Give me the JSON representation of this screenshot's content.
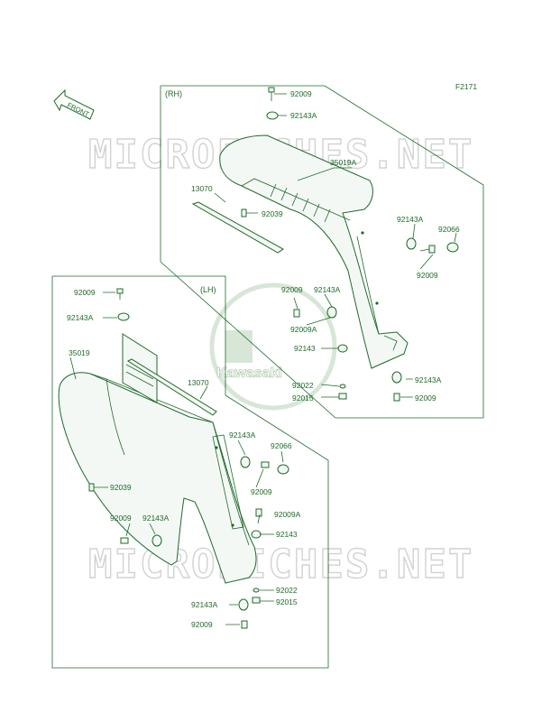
{
  "figure_code": "F2171",
  "front_tag": "FRONT",
  "panels": {
    "right": "(RH)",
    "left": "(LH)"
  },
  "watermark": {
    "text": "MICROFICHES.NET",
    "brand": "Kawasaki"
  },
  "colors": {
    "line": "#1e6b2a",
    "watermark": "#d2d2d2",
    "background": "#ffffff"
  },
  "callouts": {
    "rh_92009_top": "92009",
    "rh_92143A_top": "92143A",
    "rh_35019A": "35019A",
    "rh_13070": "13070",
    "rh_92039": "92039",
    "rh_92143A_right": "92143A",
    "rh_92066": "92066",
    "rh_92009_right": "92009",
    "rh_92009_mid": "92009",
    "rh_92143A_mid": "92143A",
    "rh_92009A": "92009A",
    "rh_92143": "92143",
    "rh_92022": "92022",
    "rh_92015": "92015",
    "rh_92143A_bottom": "92143A",
    "rh_92009_bottom": "92009",
    "lh_92009_top": "92009",
    "lh_92143A_top": "92143A",
    "lh_35019": "35019",
    "lh_13070": "13070",
    "lh_92143A_mid": "92143A",
    "lh_92066": "92066",
    "lh_92009_mid": "92009",
    "lh_92039": "92039",
    "lh_92009A": "92009A",
    "lh_92009_left": "92009",
    "lh_92143A_left": "92143A",
    "lh_92143": "92143",
    "lh_92022": "92022",
    "lh_92015": "92015",
    "lh_92143A_bottom": "92143A",
    "lh_92009_bottom": "92009"
  }
}
